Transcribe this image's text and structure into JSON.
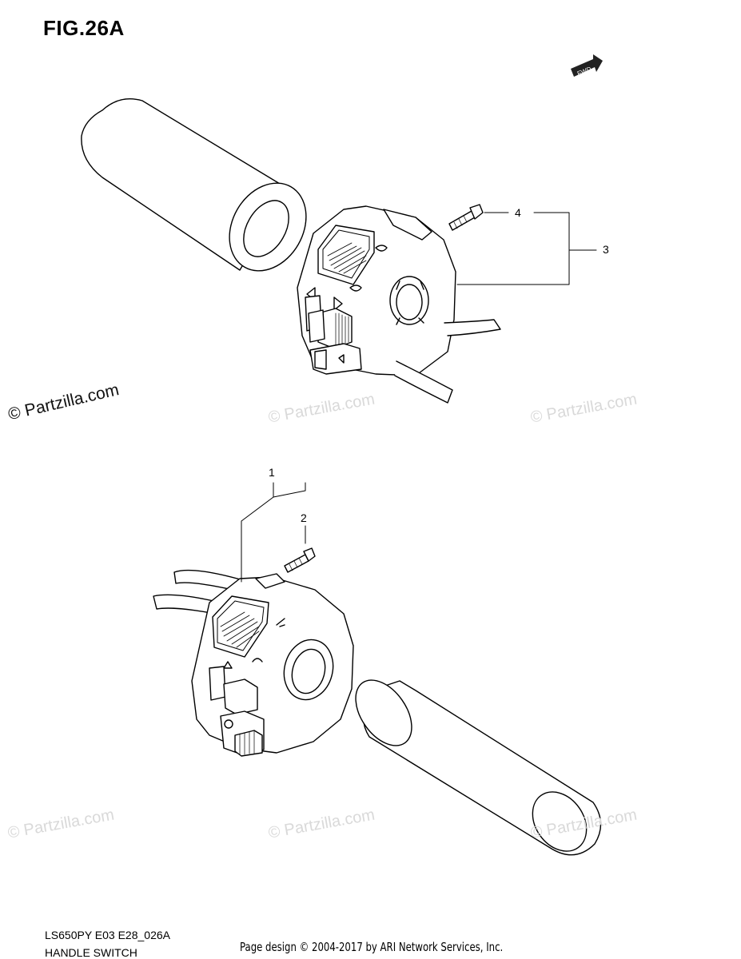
{
  "figure": {
    "title": "FIG.26A"
  },
  "fwd": {
    "label": "FWD"
  },
  "callouts": {
    "c1": "1",
    "c2": "2",
    "c3": "3",
    "c4": "4"
  },
  "watermarks": {
    "main": "© Partzilla.com",
    "faint": "© Partzilla.com"
  },
  "footer": {
    "model_code": "LS650PY E03 E28_026A",
    "part_name": "HANDLE SWITCH",
    "copyright": "Page design © 2004-2017 by ARI Network Services, Inc."
  }
}
